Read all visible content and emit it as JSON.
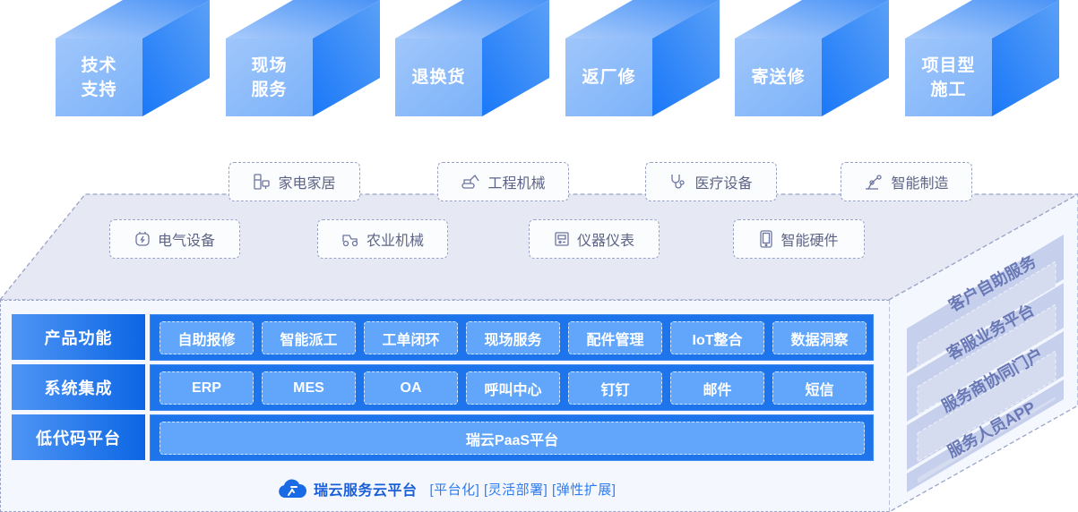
{
  "service_modes": [
    {
      "label": "技术\n支持"
    },
    {
      "label": "现场\n服务"
    },
    {
      "label": "退换货"
    },
    {
      "label": "返厂修"
    },
    {
      "label": "寄送修"
    },
    {
      "label": "项目型\n施工"
    }
  ],
  "industries": {
    "back_row": [
      {
        "label": "家电家居",
        "icon": "appliance-icon"
      },
      {
        "label": "工程机械",
        "icon": "excavator-icon"
      },
      {
        "label": "医疗设备",
        "icon": "stethoscope-icon"
      },
      {
        "label": "智能制造",
        "icon": "robot-arm-icon"
      }
    ],
    "front_row": [
      {
        "label": "电气设备",
        "icon": "electric-icon"
      },
      {
        "label": "农业机械",
        "icon": "tractor-icon"
      },
      {
        "label": "仪器仪表",
        "icon": "meter-icon"
      },
      {
        "label": "智能硬件",
        "icon": "tablet-icon"
      }
    ]
  },
  "layers": [
    {
      "label": "产品功能",
      "items": [
        "自助报修",
        "智能派工",
        "工单闭环",
        "现场服务",
        "配件管理",
        "IoT整合",
        "数据洞察"
      ]
    },
    {
      "label": "系统集成",
      "items": [
        "ERP",
        "MES",
        "OA",
        "呼叫中心",
        "钉钉",
        "邮件",
        "短信"
      ]
    },
    {
      "label": "低代码平台",
      "items": [
        "瑞云PaaS平台"
      ]
    }
  ],
  "channels": [
    {
      "label": "客户自助服务"
    },
    {
      "label": "客服业务平台"
    },
    {
      "label": "服务商协同门户"
    },
    {
      "label": "服务人员APP"
    }
  ],
  "footer": {
    "brand": "瑞云服务云平台",
    "tags": "[平台化] [灵活部署] [弹性扩展]",
    "logo_icon": "cloud-logo-icon"
  },
  "colors": {
    "primary": "#1e74eb",
    "cell": "#61a6fb",
    "panel": "#f4f8fe",
    "top_face": "#e6e9f4",
    "side_text": "#6a79b6"
  }
}
